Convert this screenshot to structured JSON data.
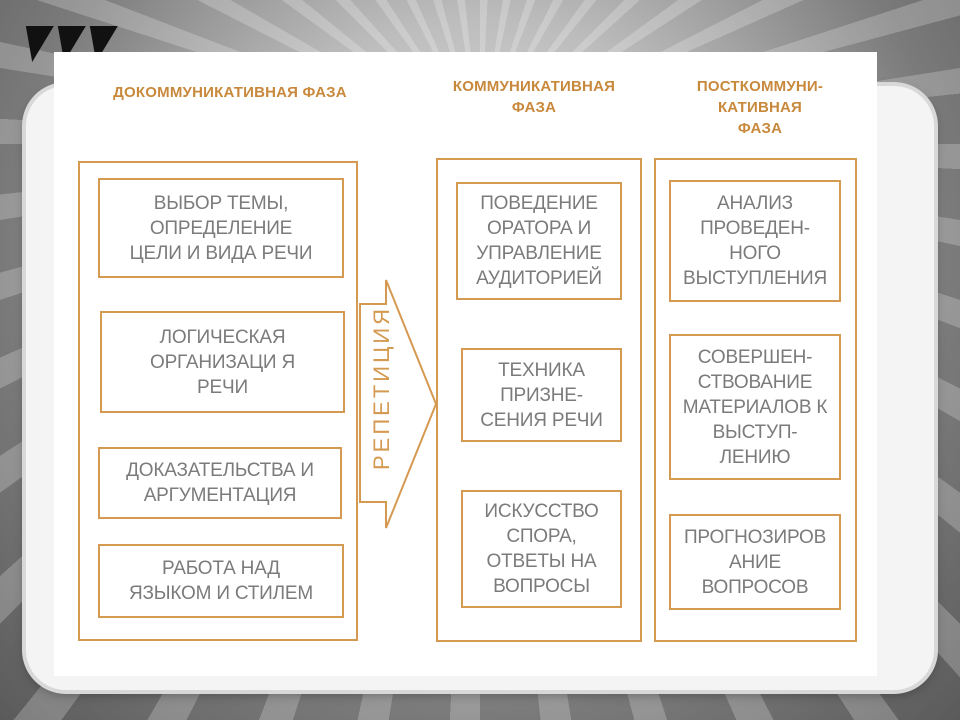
{
  "phases": {
    "pre": {
      "title": "ДОКОММУНИКАТИВНАЯ ФАЗА"
    },
    "comm": {
      "title": "КОММУНИКАТИВНАЯ\nФАЗА"
    },
    "post": {
      "title": "ПОСТКОММУНИ-\nКАТИВНАЯ\nФАЗА"
    }
  },
  "pre_boxes": [
    "ВЫБОР ТЕМЫ,\nОПРЕДЕЛЕНИЕ\nЦЕЛИ И ВИДА РЕЧИ",
    "ЛОГИЧЕСКАЯ\nОРГАНИЗАЦИ Я\nРЕЧИ",
    "ДОКАЗАТЕЛЬСТВА И\nАРГУМЕНТАЦИЯ",
    "РАБОТА НАД\nЯЗЫКОМ И СТИЛЕМ"
  ],
  "comm_boxes": [
    "ПОВЕДЕНИЕ\nОРАТОРА И\nУПРАВЛЕНИЕ\nАУДИТОРИЕЙ",
    "ТЕХНИКА\nПРИЗНЕ-\nСЕНИЯ РЕЧИ",
    "ИСКУССТВО\nСПОРА,\nОТВЕТЫ НА\nВОПРОСЫ"
  ],
  "post_boxes": [
    "АНАЛИЗ\nПРОВЕДЕН-\nНОГО\nВЫСТУПЛЕНИЯ",
    "СОВЕРШЕН-\nСТВОВАНИЕ\nМАТЕРИАЛОВ К\nВЫСТУП-\nЛЕНИЮ",
    "ПРОГНОЗИРОВ\nАНИЕ\nВОПРОСОВ"
  ],
  "arrow_label": "РЕПЕТИЦИЯ",
  "colors": {
    "accent": "#d59a51",
    "text": "#7b7b7b"
  }
}
